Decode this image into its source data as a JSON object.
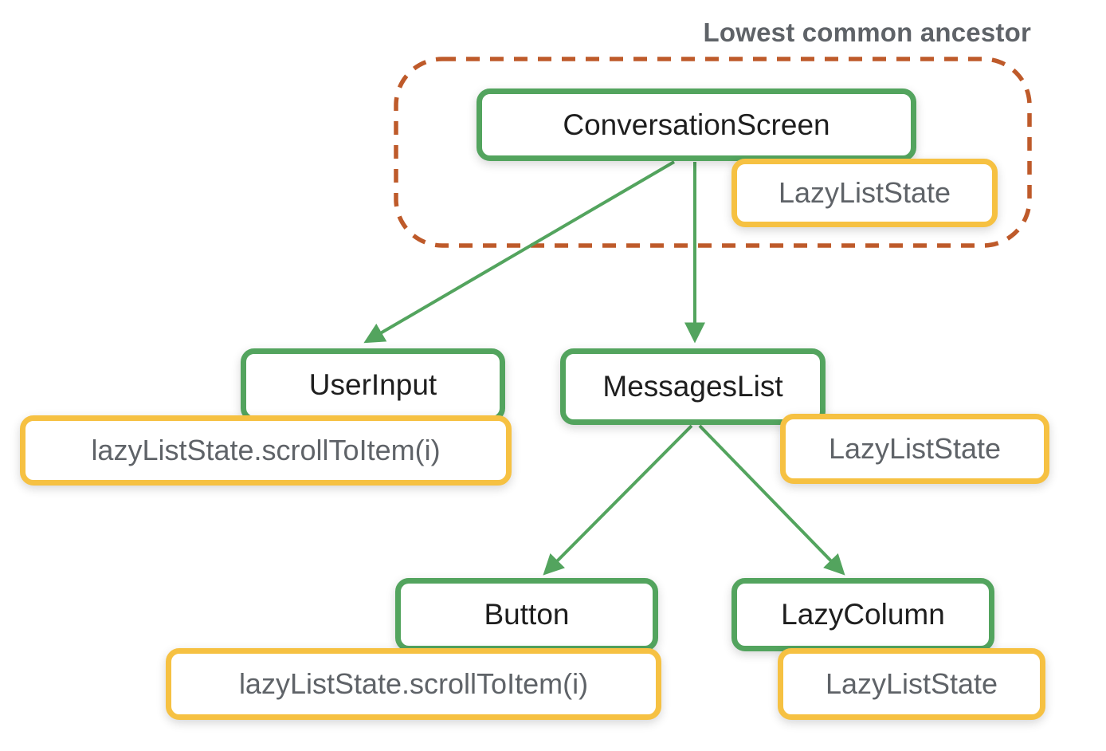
{
  "annotation": "Lowest common ancestor",
  "tree": {
    "label": "ConversationScreen",
    "state": "LazyListState",
    "children": [
      {
        "label": "UserInput",
        "state": "lazyListState.scrollToItem(i)",
        "children": []
      },
      {
        "label": "MessagesList",
        "state": "LazyListState",
        "children": [
          {
            "label": "Button",
            "state": "lazyListState.scrollToItem(i)"
          },
          {
            "label": "LazyColumn",
            "state": "LazyListState"
          }
        ]
      }
    ]
  },
  "edges": [
    {
      "from": "ConversationScreen",
      "to": "UserInput"
    },
    {
      "from": "ConversationScreen",
      "to": "MessagesList"
    },
    {
      "from": "MessagesList",
      "to": "Button"
    },
    {
      "from": "MessagesList",
      "to": "LazyColumn"
    }
  ],
  "colors": {
    "green": "#53A45E",
    "yellow": "#F6C142",
    "outline": "#BE5A2A",
    "gray-text": "#5F6368",
    "node-text": "#1E1E1E"
  }
}
